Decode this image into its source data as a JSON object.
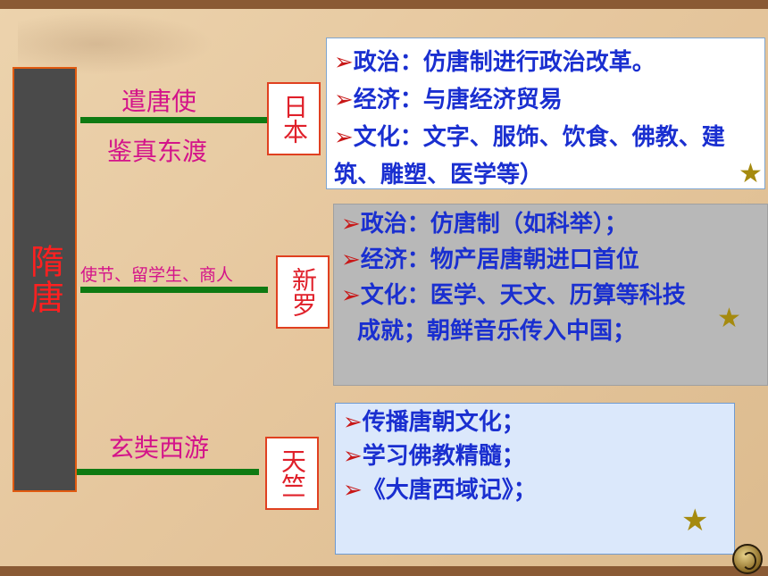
{
  "spine": {
    "title": "隋唐"
  },
  "japan": {
    "route_top": "遣唐使",
    "route_bottom": "鉴真东渡",
    "country": "日本",
    "items": [
      {
        "arrow": "➢",
        "text": "政治：仿唐制进行政治改革。"
      },
      {
        "arrow": "➢",
        "text": "经济：与唐经济贸易"
      },
      {
        "arrow": "➢",
        "text": "文化：文字、服饰、饮食、佛教、建筑、雕塑、医学等）"
      }
    ]
  },
  "silla": {
    "route_top": "使节、留学生、商人",
    "country": "新罗",
    "items": [
      {
        "arrow": "➢",
        "text": "政治：仿唐制（如科举）；"
      },
      {
        "arrow": "➢",
        "text": "经济：物产居唐朝进口首位"
      },
      {
        "arrow": "➢",
        "text": "文化：医学、天文、历算等科技"
      }
    ],
    "extra": "成就；朝鲜音乐传入中国；"
  },
  "india": {
    "route_top": "玄奘西游",
    "country": "天竺",
    "items": [
      {
        "arrow": "➢",
        "text": "传播唐朝文化；"
      },
      {
        "arrow": "➢",
        "text": "学习佛教精髓；"
      },
      {
        "arrow": "➢",
        "text": "《大唐西域记》；"
      }
    ]
  },
  "star_glyph": "★",
  "colors": {
    "spine_bg": "#4a4a4a",
    "spine_text": "#ff2020",
    "line": "#0f7a12",
    "label": "#d4138a",
    "country_text": "#e0202a",
    "box_text": "#1a2fd0",
    "arrow": "#c81818"
  }
}
